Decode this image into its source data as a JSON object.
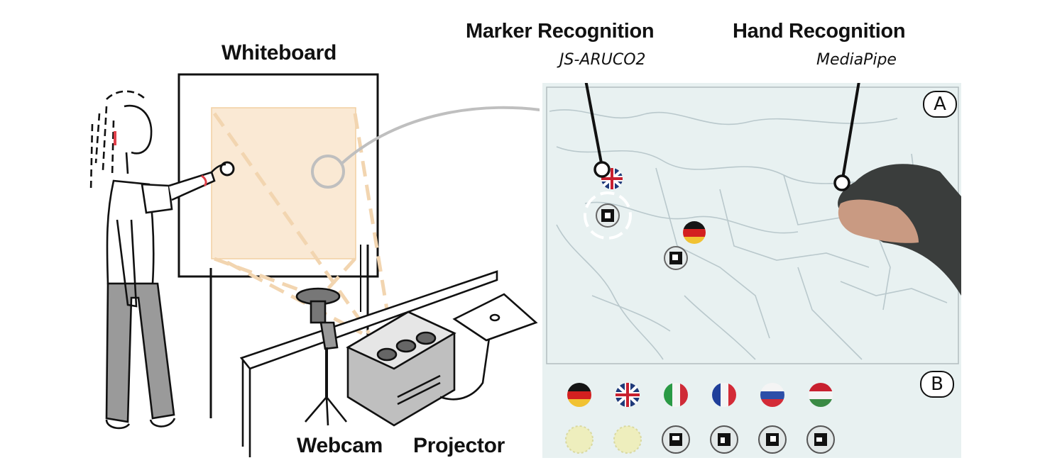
{
  "labels": {
    "whiteboard": "Whiteboard",
    "webcam": "Webcam",
    "projector": "Projector",
    "marker_recognition": "Marker Recognition",
    "marker_library": "JS-ARUCO2",
    "hand_recognition": "Hand Recognition",
    "hand_library": "MediaPipe"
  },
  "regions": {
    "a": "A",
    "b": "B"
  },
  "colors": {
    "outline": "#111111",
    "projection_area": "#f9e7cf",
    "projection_beam": "#f2d5b0",
    "callout_gray": "#bfbfbf",
    "wrist_marker": "#e0404a",
    "map_background": "#e8f1f1",
    "map_lines": "#b9c8cc",
    "placeholder_yellow": "#eeeebd"
  },
  "flag_tray": {
    "flags": [
      "germany-flag-icon",
      "uk-flag-icon",
      "italy-flag-icon",
      "france-flag-icon",
      "russia-flag-icon",
      "hungary-flag-icon"
    ],
    "bottom_row": [
      "empty-slot",
      "empty-slot",
      "marker-token",
      "marker-token",
      "marker-token",
      "marker-token"
    ]
  }
}
